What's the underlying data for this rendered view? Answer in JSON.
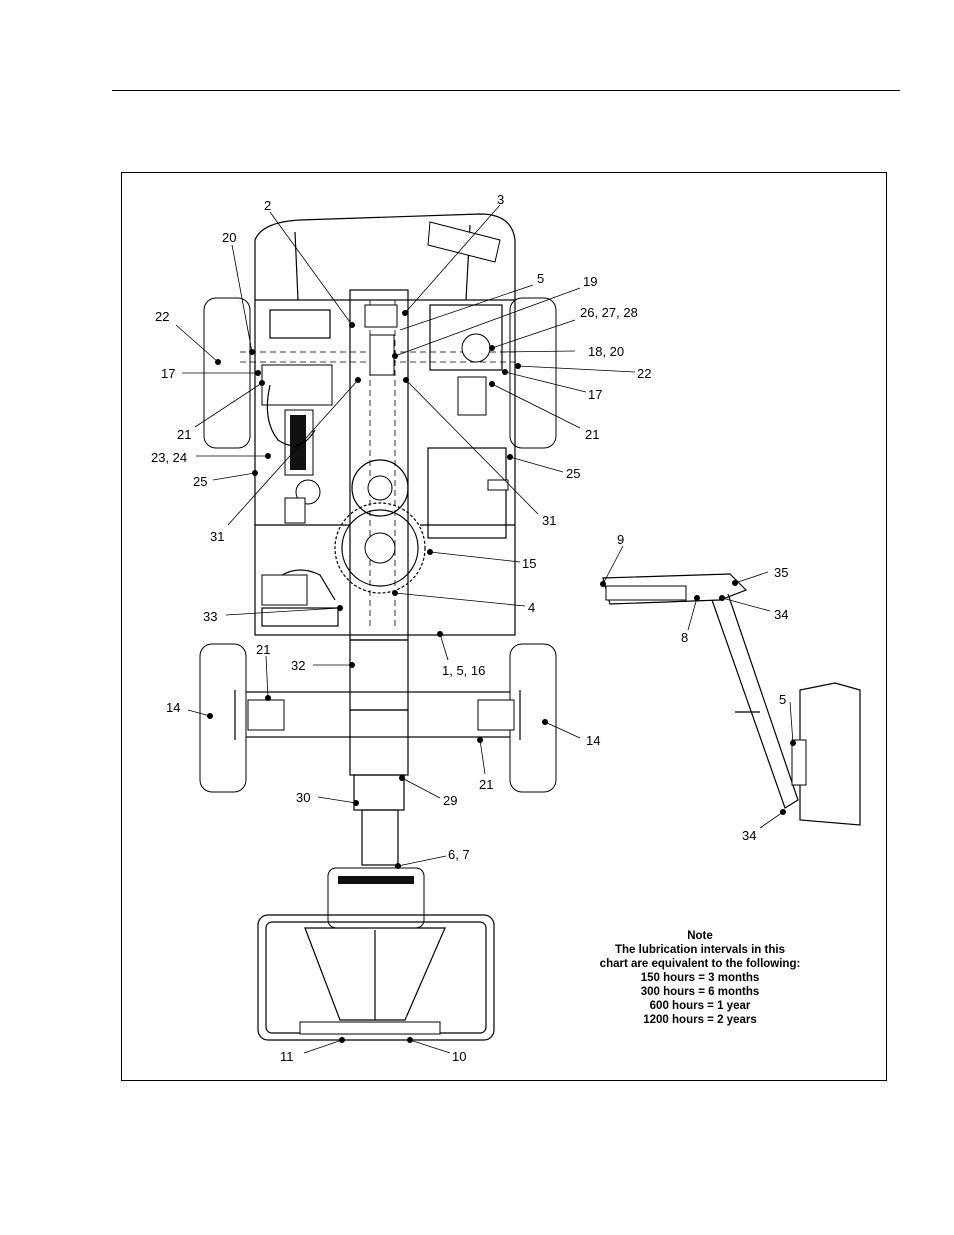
{
  "callouts": {
    "c2": "2",
    "c3": "3",
    "c20a": "20",
    "c5a": "5",
    "c19": "19",
    "c22a": "22",
    "c262728": "26, 27, 28",
    "c1820": "18, 20",
    "c17a": "17",
    "c22b": "22",
    "c17b": "17",
    "c21a": "21",
    "c21b": "21",
    "c2324": "23, 24",
    "c25a": "25",
    "c25b": "25",
    "c31a": "31",
    "c31b": "31",
    "c9": "9",
    "c15": "15",
    "c35": "35",
    "c34a": "34",
    "c8": "8",
    "c33": "33",
    "c4": "4",
    "c21c": "21",
    "c32": "32",
    "c1516": "1, 5, 16",
    "c5b": "5",
    "c14a": "14",
    "c14b": "14",
    "c21d": "21",
    "c30": "30",
    "c29": "29",
    "c34b": "34",
    "c67": "6, 7",
    "c11": "11",
    "c10": "10"
  },
  "note": {
    "title": "Note",
    "lines": [
      "The lubrication intervals in this",
      "chart are equivalent to the following:",
      "150 hours = 3 months",
      "300 hours = 6 months",
      "600 hours = 1 year",
      "1200 hours = 2 years"
    ]
  }
}
